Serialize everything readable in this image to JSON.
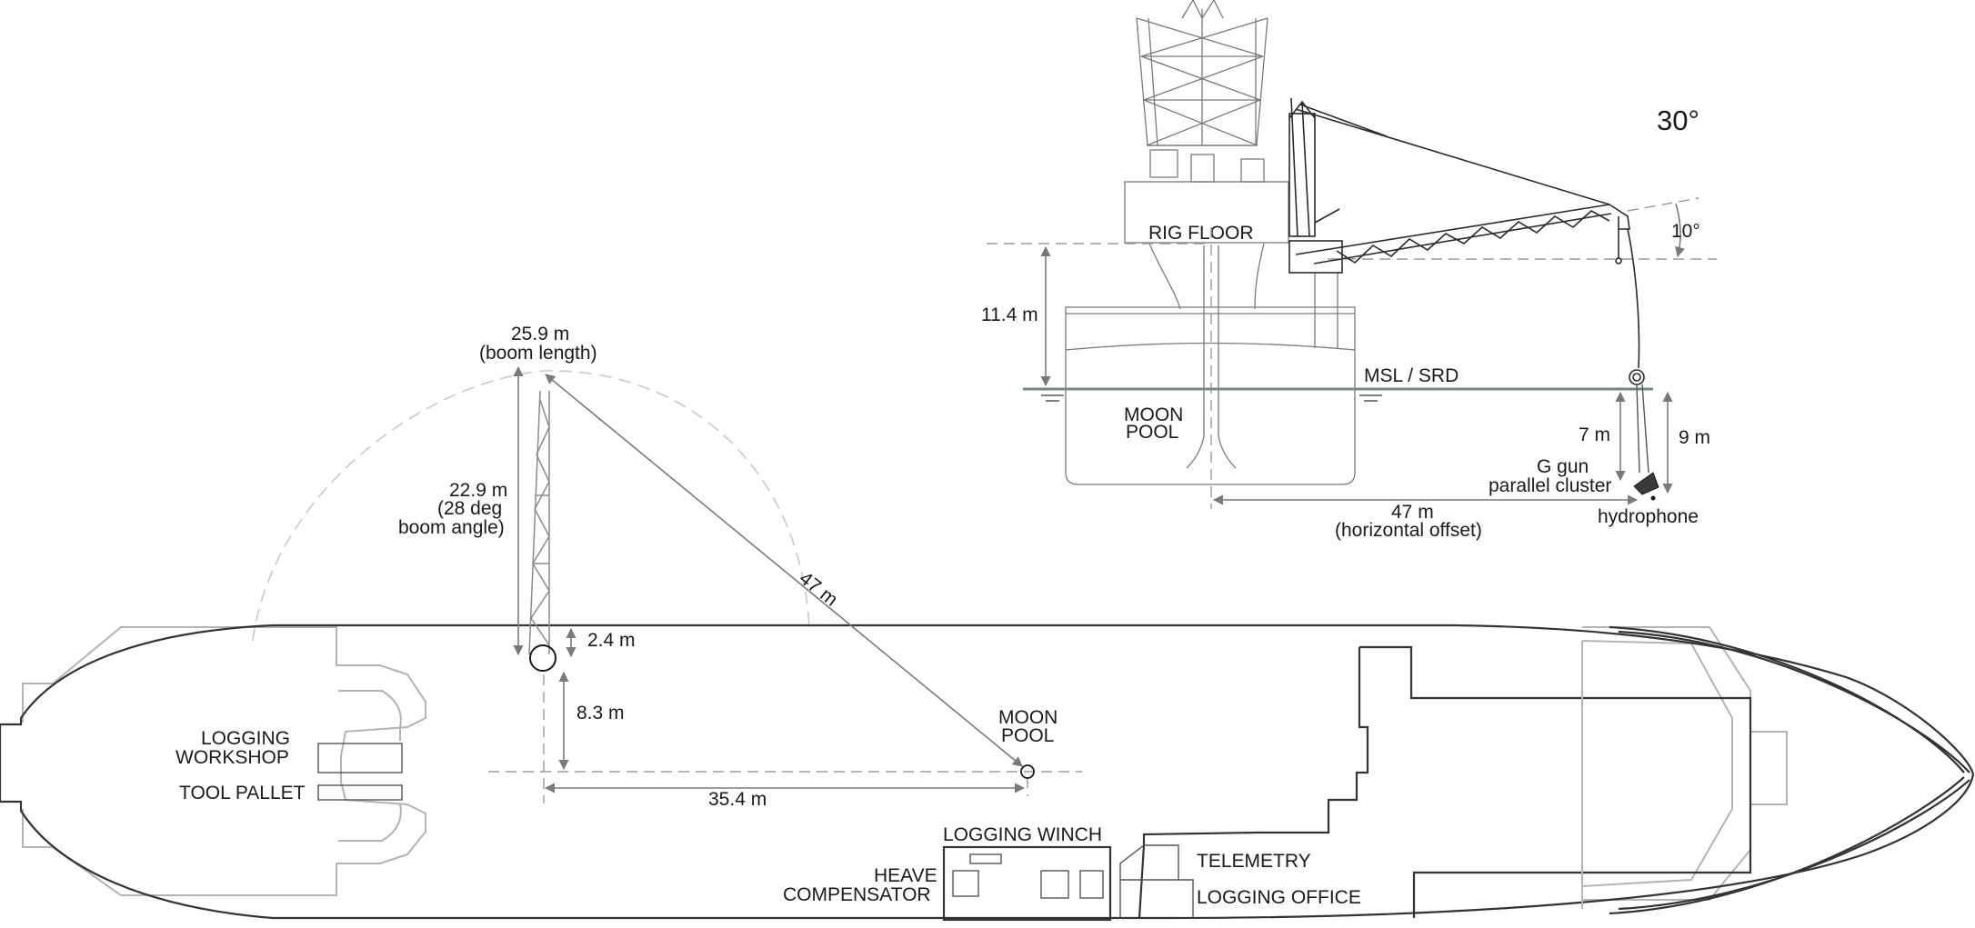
{
  "angle_top": "30°",
  "angle_boom_tip": "10°",
  "labels": {
    "rig_floor": "RIG FLOOR",
    "msl_srd": "MSL / SRD",
    "moon_pool_side_1": "MOON",
    "moon_pool_side_2": "POOL",
    "g_gun_1": "G gun",
    "g_gun_2": "parallel cluster",
    "hydrophone": "hydrophone",
    "boom_length_1": "25.9 m",
    "boom_length_2": "(boom length)",
    "boom_height_1": "22.9 m",
    "boom_height_2": "(28 deg",
    "boom_height_3": "boom angle)",
    "moon_pool_plan_1": "MOON",
    "moon_pool_plan_2": "POOL",
    "logging_workshop_1": "LOGGING",
    "logging_workshop_2": "WORKSHOP",
    "tool_pallet": "TOOL PALLET",
    "logging_winch": "LOGGING WINCH",
    "heave_comp_1": "HEAVE",
    "heave_comp_2": "COMPENSATOR",
    "telemetry": "TELEMETRY",
    "logging_office": "LOGGING OFFICE"
  },
  "dimensions": {
    "rig_height": "11.4 m",
    "gun_depth": "7 m",
    "hydrophone_depth": "9 m",
    "horizontal_offset_1": "47 m",
    "horizontal_offset_2": "(horizontal offset)",
    "diagonal": "47 m",
    "crane_offset": "2.4 m",
    "crane_to_centerline": "8.3 m",
    "crane_to_moonpool": "35.4 m"
  }
}
